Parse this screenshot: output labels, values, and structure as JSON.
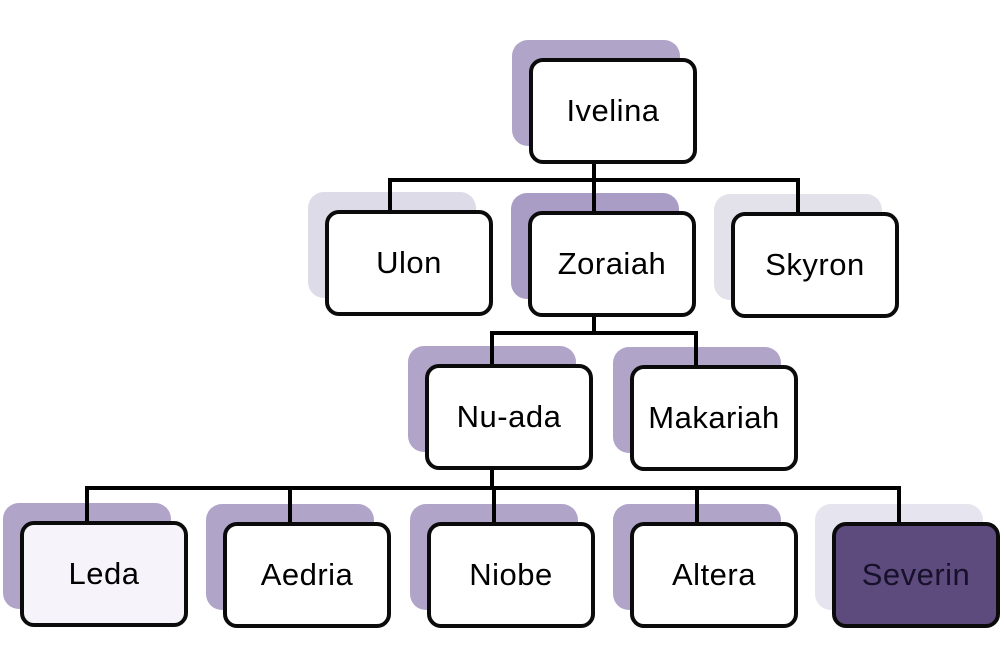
{
  "diagram": {
    "type": "family-tree",
    "background_color": "#ffffff",
    "connector_color": "#000000",
    "box_border_color": "#0b0b0b",
    "default_box_fill": "#ffffff",
    "default_text_color": "#000000",
    "nodes": [
      {
        "id": "ivelina",
        "label": "Ivelina",
        "level": 1,
        "fill": "#ffffff",
        "shadow": "#b1a4c9",
        "text_color": "#000000"
      },
      {
        "id": "ulon",
        "label": "Ulon",
        "level": 2,
        "fill": "#ffffff",
        "shadow": "#dedbe8",
        "text_color": "#000000"
      },
      {
        "id": "zoraiah",
        "label": "Zoraiah",
        "level": 2,
        "fill": "#ffffff",
        "shadow": "#a99dc6",
        "text_color": "#000000"
      },
      {
        "id": "skyron",
        "label": "Skyron",
        "level": 2,
        "fill": "#ffffff",
        "shadow": "#e3e1ea",
        "text_color": "#000000"
      },
      {
        "id": "nuada",
        "label": "Nu-ada",
        "level": 3,
        "fill": "#ffffff",
        "shadow": "#b1a4c9",
        "text_color": "#000000"
      },
      {
        "id": "makariah",
        "label": "Makariah",
        "level": 3,
        "fill": "#ffffff",
        "shadow": "#b1a4c9",
        "text_color": "#000000"
      },
      {
        "id": "leda",
        "label": "Leda",
        "level": 4,
        "fill": "#f6f4fa",
        "shadow": "#b1a4c9",
        "text_color": "#000000"
      },
      {
        "id": "aedria",
        "label": "Aedria",
        "level": 4,
        "fill": "#ffffff",
        "shadow": "#b1a4c9",
        "text_color": "#000000"
      },
      {
        "id": "niobe",
        "label": "Niobe",
        "level": 4,
        "fill": "#ffffff",
        "shadow": "#b1a4c9",
        "text_color": "#000000"
      },
      {
        "id": "altera",
        "label": "Altera",
        "level": 4,
        "fill": "#ffffff",
        "shadow": "#b1a4c9",
        "text_color": "#000000"
      },
      {
        "id": "severin",
        "label": "Severin",
        "level": 4,
        "fill": "#5d4b7e",
        "shadow": "#e6e4ee",
        "text_color": "#16102a"
      }
    ],
    "edges": [
      {
        "parent": "ivelina",
        "children": [
          "ulon",
          "zoraiah",
          "skyron"
        ]
      },
      {
        "parent": "zoraiah",
        "children": [
          "nuada",
          "makariah"
        ]
      },
      {
        "parent": "nuada",
        "children": [
          "leda",
          "aedria",
          "niobe",
          "altera",
          "severin"
        ]
      }
    ]
  }
}
